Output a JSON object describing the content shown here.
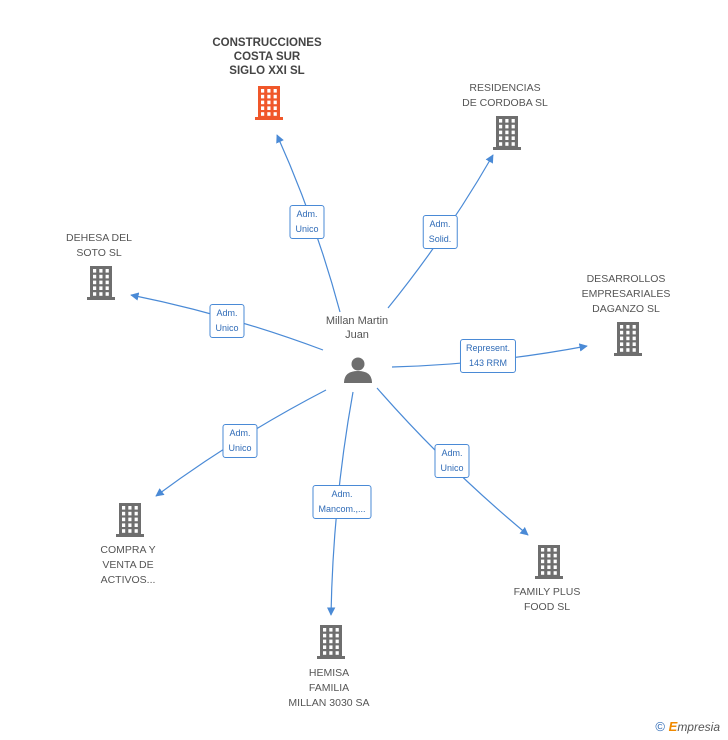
{
  "center": {
    "name_lines": [
      "Millan Martin",
      "Juan"
    ]
  },
  "companies": [
    {
      "id": "construcciones",
      "lines": [
        "CONSTRUCCIONES",
        "COSTA SUR",
        "SIGLO XXI SL"
      ],
      "highlight": true
    },
    {
      "id": "residencias",
      "lines": [
        "RESIDENCIAS",
        "DE CORDOBA SL"
      ]
    },
    {
      "id": "dehesa",
      "lines": [
        "DEHESA DEL",
        "SOTO SL"
      ]
    },
    {
      "id": "desarrollos",
      "lines": [
        "DESARROLLOS",
        "EMPRESARIALES",
        "DAGANZO SL"
      ]
    },
    {
      "id": "compra",
      "lines": [
        "COMPRA Y",
        "VENTA DE",
        "ACTIVOS..."
      ]
    },
    {
      "id": "family",
      "lines": [
        "FAMILY PLUS",
        "FOOD  SL"
      ]
    },
    {
      "id": "hemisa",
      "lines": [
        "HEMISA",
        "FAMILIA",
        "MILLAN 3030 SA"
      ]
    }
  ],
  "relations": [
    {
      "target": "construcciones",
      "label_lines": [
        "Adm.",
        "Unico"
      ]
    },
    {
      "target": "residencias",
      "label_lines": [
        "Adm.",
        "Solid."
      ]
    },
    {
      "target": "dehesa",
      "label_lines": [
        "Adm.",
        "Unico"
      ]
    },
    {
      "target": "desarrollos",
      "label_lines": [
        "Represent.",
        "143 RRM"
      ]
    },
    {
      "target": "compra",
      "label_lines": [
        "Adm.",
        "Unico"
      ]
    },
    {
      "target": "family",
      "label_lines": [
        "Adm.",
        "Unico"
      ]
    },
    {
      "target": "hemisa",
      "label_lines": [
        "Adm.",
        "Mancom.,..."
      ]
    }
  ],
  "colors": {
    "edge": "#4a8ad6",
    "building": "#6e6e6e",
    "highlight_building": "#f0572a",
    "person": "#6e6e6e"
  },
  "icons": {
    "company": "building-icon",
    "person": "person-icon"
  },
  "footer": {
    "copyright": "©",
    "brand_initial": "E",
    "brand_rest": "mpresia"
  }
}
